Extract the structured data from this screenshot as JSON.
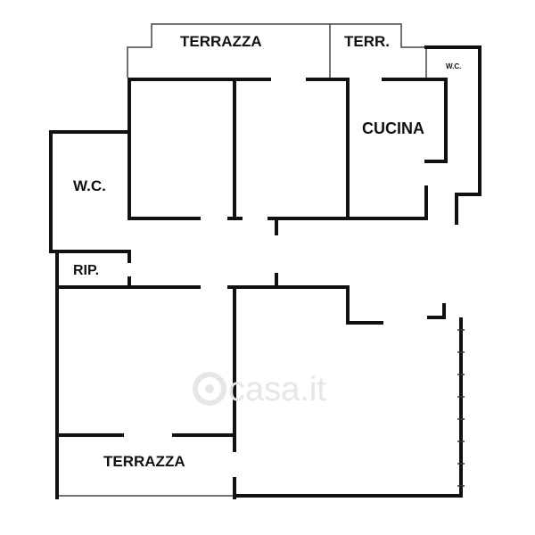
{
  "rooms": {
    "terrazza_top": "TERRAZZA",
    "terr": "TERR.",
    "wc_small": "W.C.",
    "cucina": "CUCINA",
    "wc": "W.C.",
    "rip": "RIP.",
    "terrazza_bottom": "TERRAZZA"
  },
  "watermark": "casa.it",
  "colors": {
    "wall": "#111111",
    "balcony_line": "#444444",
    "watermark": "#e6e6e6"
  }
}
